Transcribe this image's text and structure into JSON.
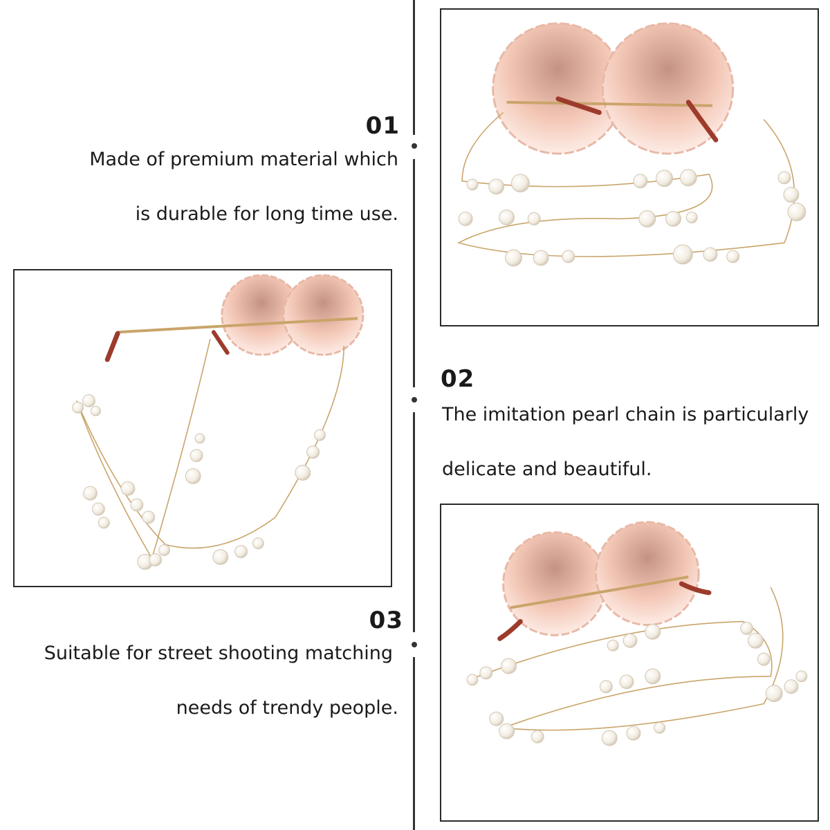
{
  "features": [
    {
      "number": "01",
      "lines": [
        "Made of premium material which",
        "is durable for long time use."
      ]
    },
    {
      "number": "02",
      "lines": [
        "The imitation pearl chain is particularly",
        "delicate and beautiful."
      ]
    },
    {
      "number": "03",
      "lines": [
        "Suitable for street shooting matching",
        "needs of trendy people."
      ]
    }
  ],
  "images": {
    "photo_1": "sunglasses-with-pearl-chain-photo",
    "photo_2": "sunglasses-with-pearl-chain-photo",
    "photo_3": "sunglasses-with-pearl-chain-photo"
  },
  "colors": {
    "lens_pink": "#f3c7b6",
    "lens_brown": "#c49283",
    "pearl": "#f3ede2",
    "gold_chain": "#c9a46a",
    "temple_tip": "#9c3b2c"
  }
}
